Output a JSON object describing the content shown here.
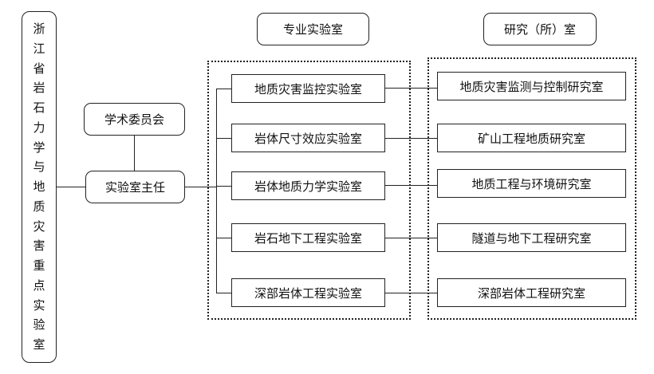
{
  "root": {
    "chars": [
      "浙",
      "江",
      "省",
      "岩",
      "石",
      "力",
      "学",
      "与",
      "地",
      "质",
      "灾",
      "害",
      "重",
      "点",
      "实",
      "验",
      "室"
    ]
  },
  "committee": "学术委员会",
  "director": "实验室主任",
  "labs_header": "专业实验室",
  "institutes_header": "研究（所）室",
  "labs": [
    "地质灾害监控实验室",
    "岩体尺寸效应实验室",
    "岩体地质力学实验室",
    "岩石地下工程实验室",
    "深部岩体工程实验室"
  ],
  "institutes": [
    "地质灾害监测与控制研究室",
    "矿山工程地质研究室",
    "地质工程与环境研究室",
    "隧道与地下工程研究室",
    "深部岩体工程研究室"
  ]
}
